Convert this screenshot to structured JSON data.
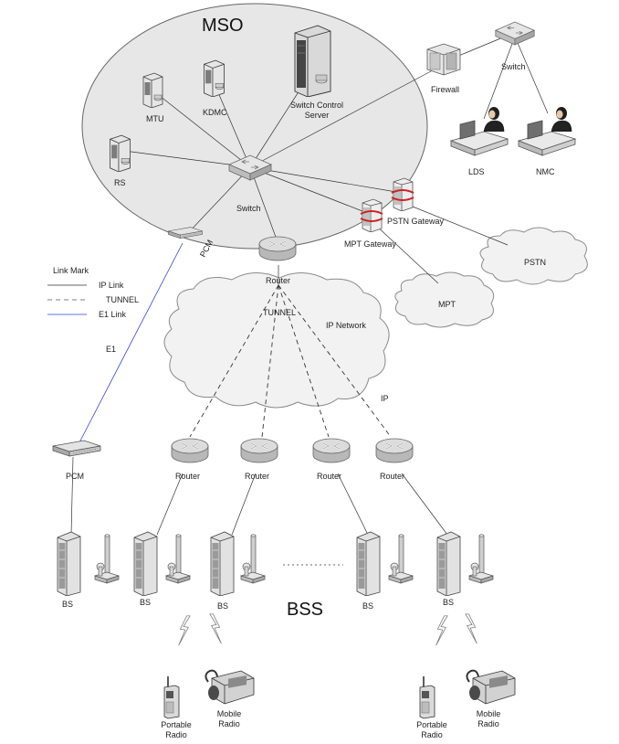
{
  "title": "MSO",
  "bss_label": "BSS",
  "legend": {
    "title": "Link Mark",
    "items": [
      "IP Link",
      "TUNNEL",
      "E1 Link"
    ]
  },
  "mso_nodes": {
    "mtu": "MTU",
    "kdmc": "KDMC",
    "switch_control_server": [
      "Switch Control",
      "Server"
    ],
    "rs": "RS",
    "switch": "Switch",
    "pcm": "PCM",
    "router": "Router",
    "mpt_gateway": "MPT Gateway",
    "pstn_gateway": "PSTN Gateway",
    "firewall": "Firewall",
    "top_switch": "Switch",
    "lds": "LDS",
    "nmc": "NMC"
  },
  "clouds": {
    "pstn": "PSTN",
    "mpt": "MPT",
    "ip_network": "IP Network"
  },
  "link_labels": {
    "tunnel": "TUNNEL",
    "ip": "IP",
    "e1": "E1"
  },
  "bss_nodes": {
    "pcm": "PCM",
    "routers": [
      "Router",
      "Router",
      "Router",
      "Router"
    ],
    "bs": [
      "BS",
      "BS",
      "BS",
      "BS",
      "BS"
    ],
    "ellipsis": "............",
    "radios": [
      [
        "Portable",
        "Radio"
      ],
      [
        "Mobile",
        "Radio"
      ],
      [
        "Portable",
        "Radio"
      ],
      [
        "Mobile",
        "Radio"
      ]
    ]
  },
  "colors": {
    "e1_link": "#3344cc",
    "pstn_gateway_accent": "#cc2222",
    "cloud_fill": "#f2f2f2"
  }
}
